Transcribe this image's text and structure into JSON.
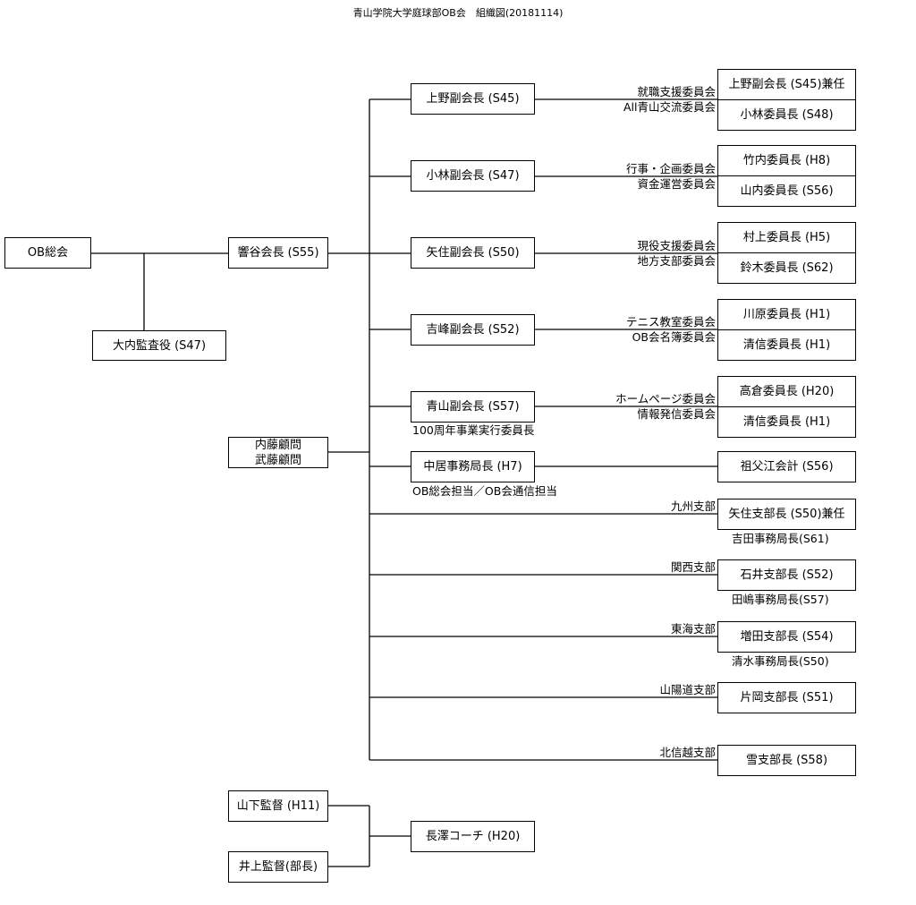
{
  "title": "青山学院大学庭球部OB会　組織図(20181114)",
  "root": {
    "general_meeting": "OB総会",
    "auditor": "大内監査役 (S47)",
    "president": "響谷会長 (S55)",
    "advisor_1": "内藤顧問",
    "advisor_2": "武藤顧問"
  },
  "vice_presidents": [
    {
      "label": "上野副会長 (S45)"
    },
    {
      "label": "小林副会長 (S47)"
    },
    {
      "label": "矢住副会長 (S50)"
    },
    {
      "label": "吉峰副会長 (S52)"
    },
    {
      "label": "青山副会長 (S57)",
      "note": "100周年事業実行委員長"
    }
  ],
  "secretary_general": {
    "label": "中居事務局長 (H7)",
    "note": "OB総会担当／OB会通信担当"
  },
  "committees": [
    {
      "committee_1": "就職支援委員会",
      "committee_2": "All青山交流委員会",
      "chair_1": "上野副会長 (S45)兼任",
      "chair_2": "小林委員長 (S48)"
    },
    {
      "committee_1": "行事・企画委員会",
      "committee_2": "資金運営委員会",
      "chair_1": "竹内委員長 (H8)",
      "chair_2": "山内委員長 (S56)"
    },
    {
      "committee_1": "現役支援委員会",
      "committee_2": "地方支部委員会",
      "chair_1": "村上委員長 (H5)",
      "chair_2": "鈴木委員長 (S62)"
    },
    {
      "committee_1": "テニス教室委員会",
      "committee_2": "OB会名簿委員会",
      "chair_1": "川原委員長 (H1)",
      "chair_2": "清信委員長 (H1)"
    },
    {
      "committee_1": "ホームページ委員会",
      "committee_2": "情報発信委員会",
      "chair_1": "高倉委員長 (H20)",
      "chair_2": "清信委員長 (H1)"
    }
  ],
  "accountant": "祖父江会計 (S56)",
  "branches": [
    {
      "branch": "九州支部",
      "head": "矢住支部長 (S50)兼任",
      "secretary": "吉田事務局長(S61)"
    },
    {
      "branch": "関西支部",
      "head": "石井支部長 (S52)",
      "secretary": "田嶋事務局長(S57)"
    },
    {
      "branch": "東海支部",
      "head": "増田支部長 (S54)",
      "secretary": "清水事務局長(S50)"
    },
    {
      "branch": "山陽道支部",
      "head": "片岡支部長 (S51)",
      "secretary": ""
    },
    {
      "branch": "北信越支部",
      "head": "雪支部長 (S58)",
      "secretary": ""
    }
  ],
  "coaching": {
    "manager_1": "山下監督 (H11)",
    "manager_2": "井上監督(部長)",
    "coach": "長澤コーチ (H20)"
  }
}
